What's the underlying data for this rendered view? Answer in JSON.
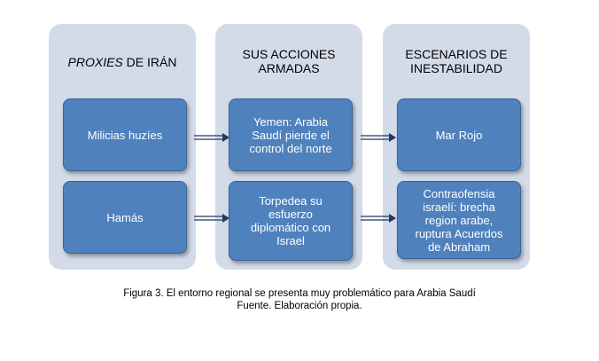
{
  "columns": [
    {
      "title_em": "PROXIES",
      "title_rest": " DE IRÁN",
      "boxes": [
        "Milicias huzíes",
        "Hamás"
      ]
    },
    {
      "title": "SUS ACCIONES\nARMADAS",
      "boxes": [
        "Yemen: Arabia\nSaudí pierde el\ncontrol del norte",
        "Torpedea su\nesfuerzo\ndiplomático con\nIsrael"
      ]
    },
    {
      "title": "ESCENARIOS DE\nINESTABILIDAD",
      "boxes": [
        "Mar Rojo",
        "Contraofensia\nisraelí: brecha\nregion arabe,\nruptura Acuerdos\nde Abraham"
      ]
    }
  ],
  "caption": {
    "line1": "Figura 3. El entorno regional se presenta muy problemático para Arabia Saudí",
    "line2": "Fuente. Elaboración propia."
  },
  "colors": {
    "box": "#4f81bd",
    "panel": "#d4dbe8",
    "arrow": "#1f3864"
  }
}
